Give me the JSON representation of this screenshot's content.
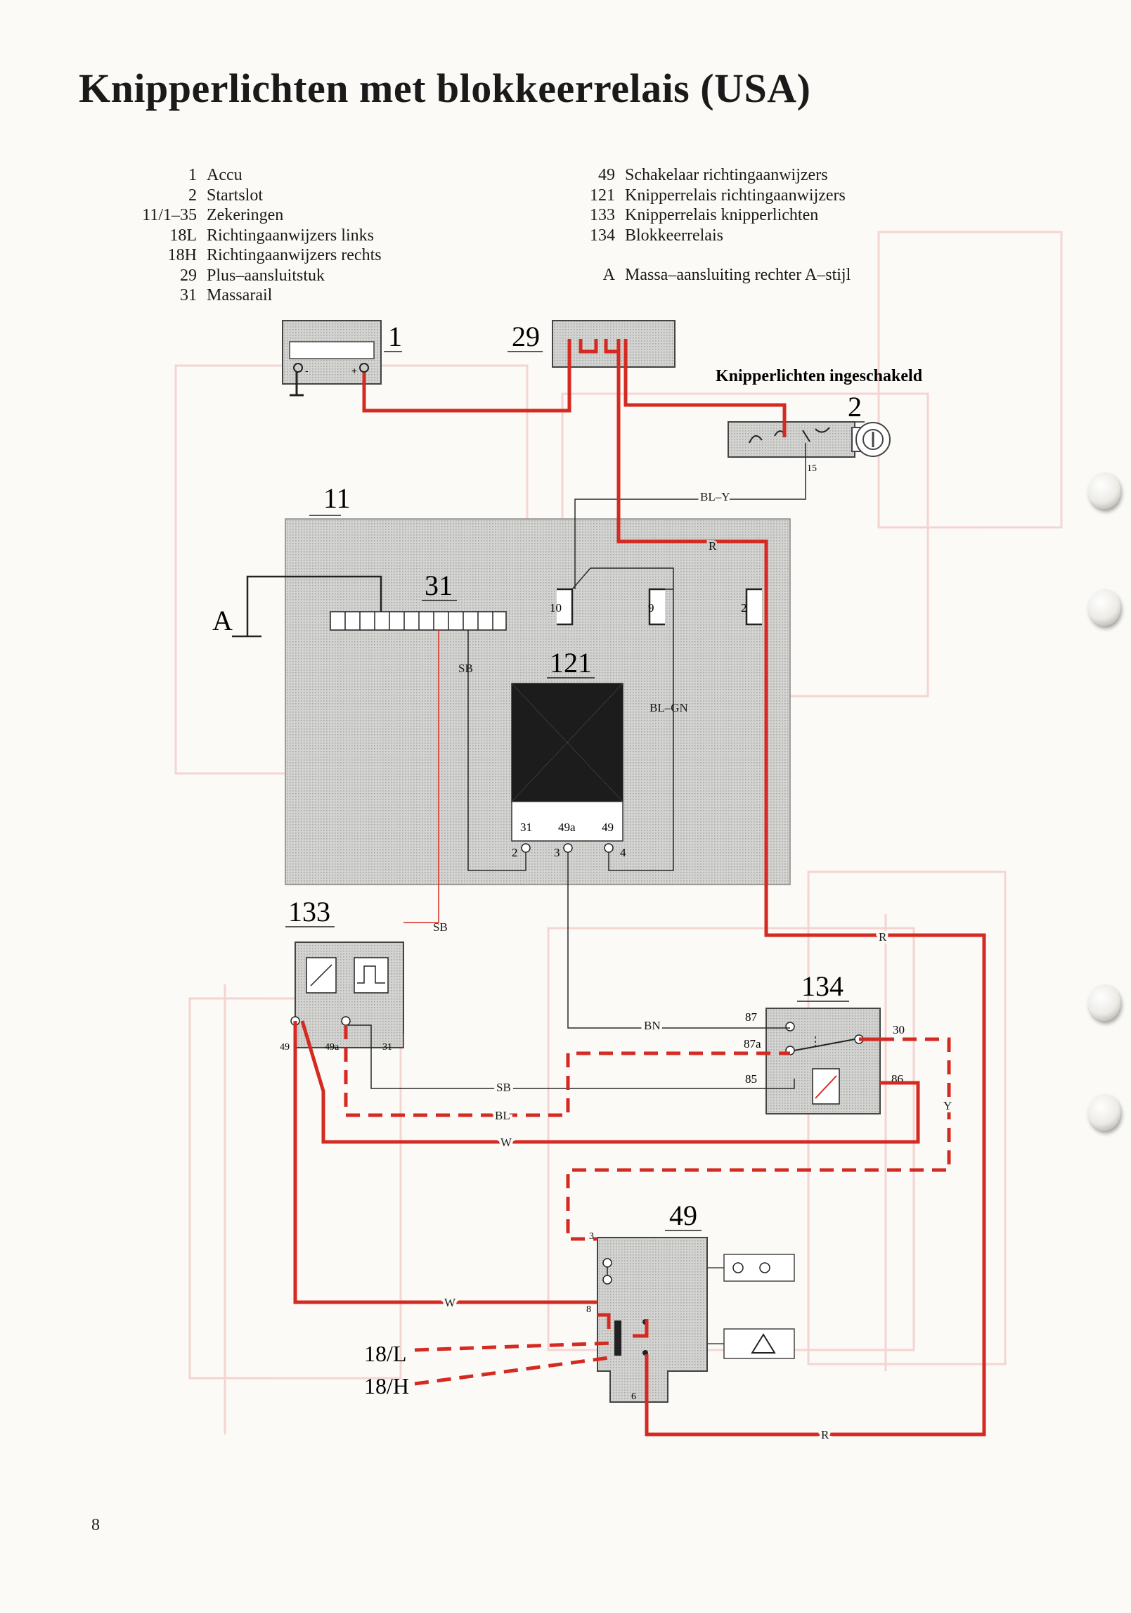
{
  "title": "Knipperlichten met blokkeerrelais (USA)",
  "legend_left": [
    {
      "num": "1",
      "label": "Accu"
    },
    {
      "num": "2",
      "label": "Startslot"
    },
    {
      "num": "11/1–35",
      "label": "Zekeringen"
    },
    {
      "num": "18L",
      "label": "Richtingaanwijzers links"
    },
    {
      "num": "18H",
      "label": "Richtingaanwijzers rechts"
    },
    {
      "num": "29",
      "label": "Plus–aansluitstuk"
    },
    {
      "num": "31",
      "label": "Massarail"
    }
  ],
  "legend_right": [
    {
      "num": "49",
      "label": "Schakelaar richtingaanwijzers"
    },
    {
      "num": "121",
      "label": "Knipperrelais richtingaanwijzers"
    },
    {
      "num": "133",
      "label": "Knipperrelais knipperlichten"
    },
    {
      "num": "134",
      "label": "Blokkeerrelais"
    }
  ],
  "legend_extra": {
    "num": "A",
    "label": "Massa–aansluiting rechter A–stijl"
  },
  "components": {
    "battery": "1",
    "plus_connector": "29",
    "ignition_switch": "2",
    "hazard_caption": "Knipperlichten ingeschakeld",
    "fuse_box": "11",
    "ground_rail": "31",
    "ground_point": "A",
    "flasher_relay": "121",
    "hazard_relay": "133",
    "blocking_relay": "134",
    "turn_switch": "49",
    "left_lamps": "18/L",
    "right_lamps": "18/H"
  },
  "terminals": {
    "ignition_15": "15",
    "fuse_10": "10",
    "fuse_9": "9",
    "fuse_2": "2",
    "r121_31": "31",
    "r121_49a": "49a",
    "r121_49": "49",
    "r121_pin2": "2",
    "r121_pin3": "3",
    "r121_pin4": "4",
    "r133_49": "49",
    "r133_49a": "49a",
    "r133_31": "31",
    "r134_87": "87",
    "r134_87a": "87a",
    "r134_85": "85",
    "r134_30": "30",
    "r134_86": "86",
    "sw49_3": "3",
    "sw49_8": "8",
    "sw49_6": "6"
  },
  "wires": {
    "bl_y": "BL–Y",
    "r_top": "R",
    "sb_1": "SB",
    "bl_gn": "BL–GN",
    "sb_2": "SB",
    "r_mid": "R",
    "bn": "BN",
    "sb_3": "SB",
    "bl": "BL",
    "w_1": "W",
    "y": "Y",
    "w_2": "W",
    "r_bottom": "R"
  },
  "colors": {
    "wire_red": "#d42a22",
    "wire_black": "#2a2a2a",
    "panel_gray": "#c9c9c7"
  },
  "page_number": "8"
}
